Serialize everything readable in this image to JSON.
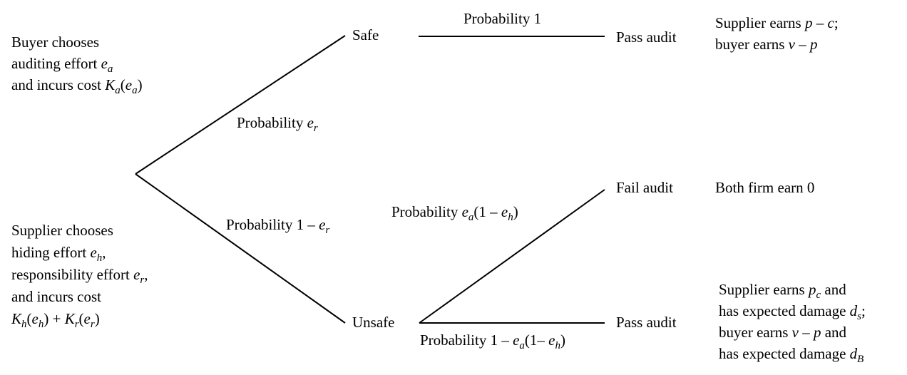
{
  "buyer_note": {
    "line1": "Buyer chooses",
    "line2_prefix": "auditing effort ",
    "line3_prefix": "and incurs cost "
  },
  "supplier_note": {
    "line1": "Supplier chooses",
    "line2_prefix": "hiding effort ",
    "line3_prefix": "responsibility effort  ",
    "line4": "and incurs cost"
  },
  "nodes": {
    "safe": "Safe",
    "unsafe": "Unsafe",
    "pass_audit_top": "Pass audit",
    "fail_audit": "Fail audit",
    "pass_audit_bottom": "Pass audit"
  },
  "edges": {
    "safe_prob_prefix": "Probability ",
    "unsafe_prob_prefix": "Probability 1 – ",
    "safe_pass_prob": "Probability 1",
    "fail_prob_prefix": "Probability ",
    "pass_prob_prefix": "Probability 1 – "
  },
  "outcomes": {
    "safe_pass": {
      "line1_prefix": "Supplier earns ",
      "line2_prefix": "buyer earns "
    },
    "fail": "Both firm earn 0",
    "unsafe_pass": {
      "line1_prefix": "Supplier earns ",
      "line1_suffix": " and",
      "line2_prefix": "has expected damage ",
      "line3_prefix": "buyer earns ",
      "line3_suffix": " and",
      "line4_prefix": "has expected damage "
    }
  }
}
